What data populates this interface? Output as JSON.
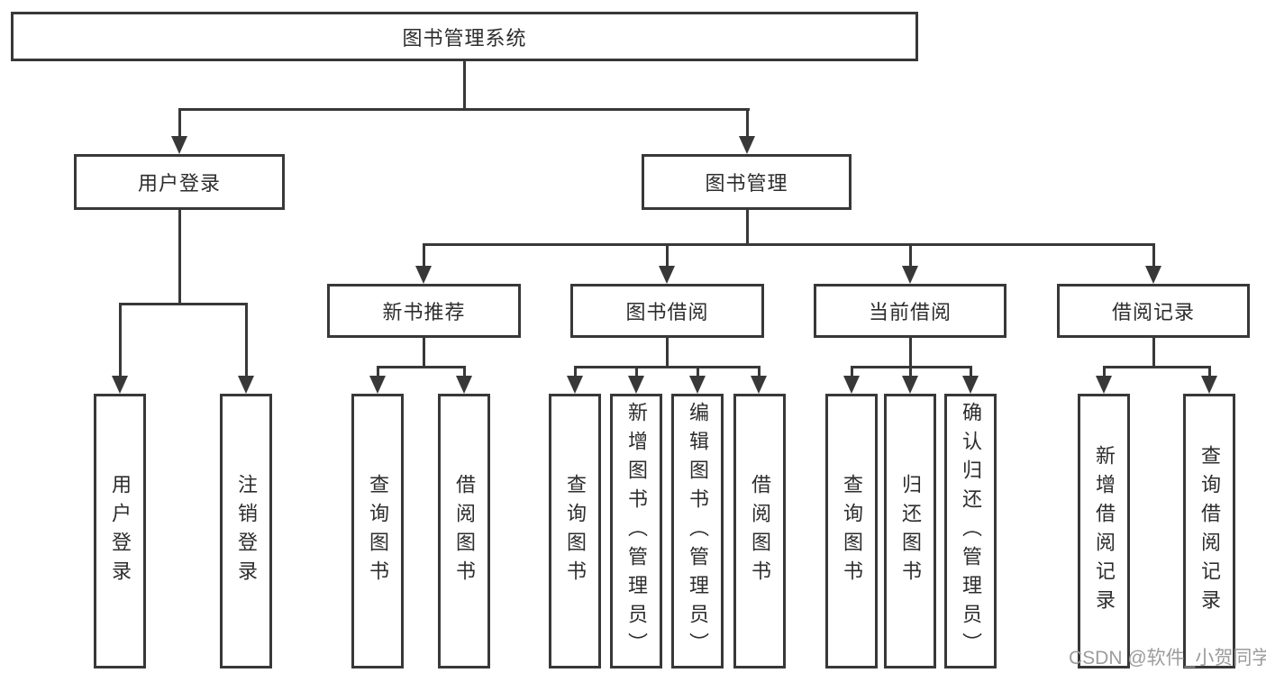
{
  "diagram_title": "图书管理系统",
  "tree": {
    "label": "图书管理系统",
    "children": [
      {
        "label": "用户登录",
        "children": [
          {
            "label": "用户登录"
          },
          {
            "label": "注销登录"
          }
        ]
      },
      {
        "label": "图书管理",
        "children": [
          {
            "label": "新书推荐",
            "children": [
              {
                "label": "查询图书"
              },
              {
                "label": "借阅图书"
              }
            ]
          },
          {
            "label": "图书借阅",
            "children": [
              {
                "label": "查询图书"
              },
              {
                "label": "新增图书（管理员）"
              },
              {
                "label": "编辑图书（管理员）"
              },
              {
                "label": "借阅图书"
              }
            ]
          },
          {
            "label": "当前借阅",
            "children": [
              {
                "label": "查询图书"
              },
              {
                "label": "归还图书"
              },
              {
                "label": "确认归还（管理员）"
              }
            ]
          },
          {
            "label": "借阅记录",
            "children": [
              {
                "label": "新增借阅记录"
              },
              {
                "label": "查询借阅记录"
              }
            ]
          }
        ]
      }
    ]
  },
  "watermark": {
    "text": "CSDN @软件_小贺同学"
  },
  "colors": {
    "line": "#383838",
    "box_border": "#383838",
    "text": "#2d2d2d",
    "watermark": "#9c9c9c",
    "background": "#ffffff"
  }
}
